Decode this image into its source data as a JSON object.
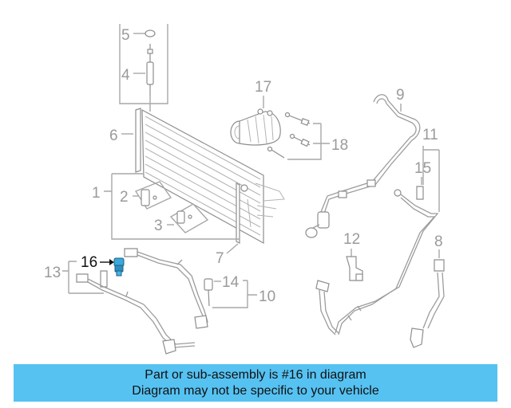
{
  "diagram": {
    "part_numbers": [
      "1",
      "2",
      "3",
      "4",
      "5",
      "6",
      "7",
      "8",
      "9",
      "10",
      "11",
      "12",
      "13",
      "14",
      "15",
      "16",
      "17",
      "18"
    ],
    "highlighted_part": "16",
    "colors": {
      "line": "#a7a7a7",
      "label": "#9a9a9a",
      "highlight_label": "#111111",
      "highlight_part": "#3aa9dc",
      "caption_bg": "#56c2f2"
    }
  },
  "caption": {
    "line1": "Part or sub-assembly is #16 in diagram",
    "line2": "Diagram may not be specific to your vehicle"
  }
}
